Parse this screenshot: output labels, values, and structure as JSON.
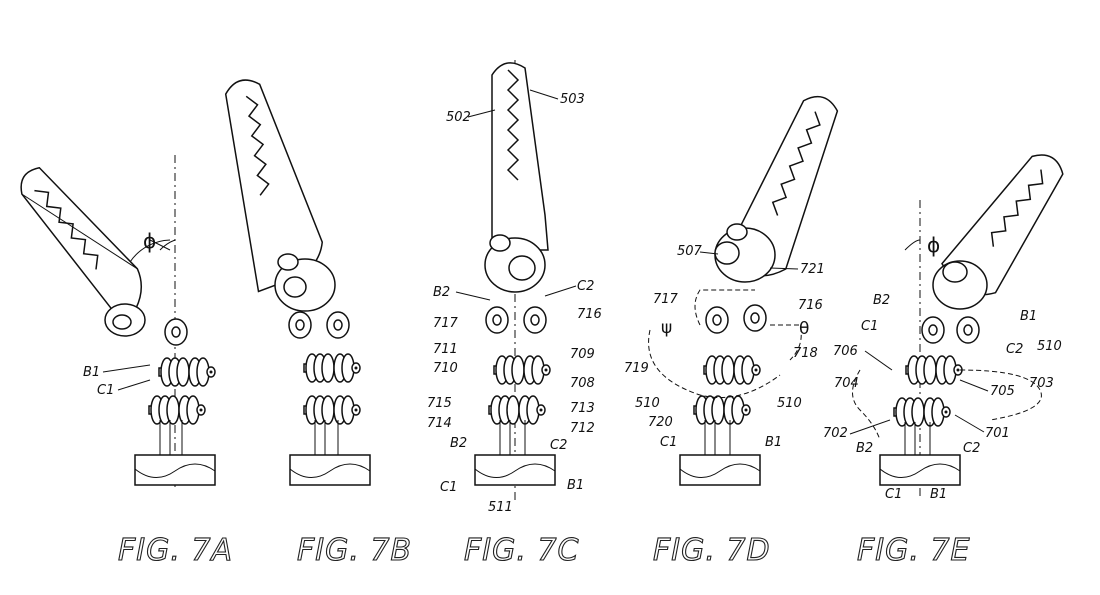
{
  "figures": [
    {
      "caption": "FIG. 7A",
      "angle_label": "ϕ",
      "labels": [
        "B1",
        "C1"
      ]
    },
    {
      "caption": "FIG. 7B",
      "labels": []
    },
    {
      "caption": "FIG. 7C",
      "labels": [
        "502",
        "503",
        "B2",
        "C2",
        "717",
        "716",
        "711",
        "709",
        "710",
        "708",
        "715",
        "713",
        "714",
        "712",
        "B2",
        "C2",
        "C1",
        "B1",
        "511"
      ]
    },
    {
      "caption": "FIG. 7D",
      "labels": [
        "507",
        "721",
        "717",
        "716",
        "ψ",
        "θ",
        "719",
        "718",
        "510",
        "510",
        "720",
        "C1",
        "B1"
      ]
    },
    {
      "caption": "FIG. 7E",
      "angle_label": "ϕ",
      "labels": [
        "B2",
        "B1",
        "C1",
        "C2",
        "510",
        "706",
        "705",
        "703",
        "704",
        "702",
        "701",
        "B2",
        "C2",
        "C1",
        "B1"
      ]
    }
  ]
}
